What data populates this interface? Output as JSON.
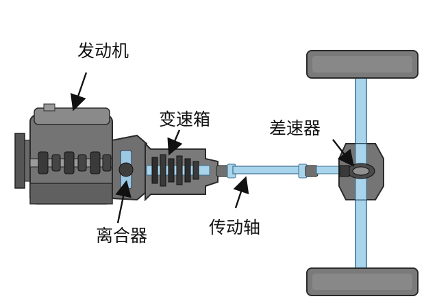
{
  "labels": {
    "engine": "发动机",
    "gearbox": "变速箱",
    "differential": "差速器",
    "clutch": "离合器",
    "driveshaft": "传动轴"
  },
  "colors": {
    "body_gray": "#6f6f6f",
    "dark_gray": "#3f3f3f",
    "mid_gray": "#8a8a8a",
    "light_gray": "#b5b5b5",
    "shaft_blue": "#a8d4ec",
    "shaft_outline": "#3b6f90",
    "background": "#ffffff",
    "text": "#111111"
  }
}
